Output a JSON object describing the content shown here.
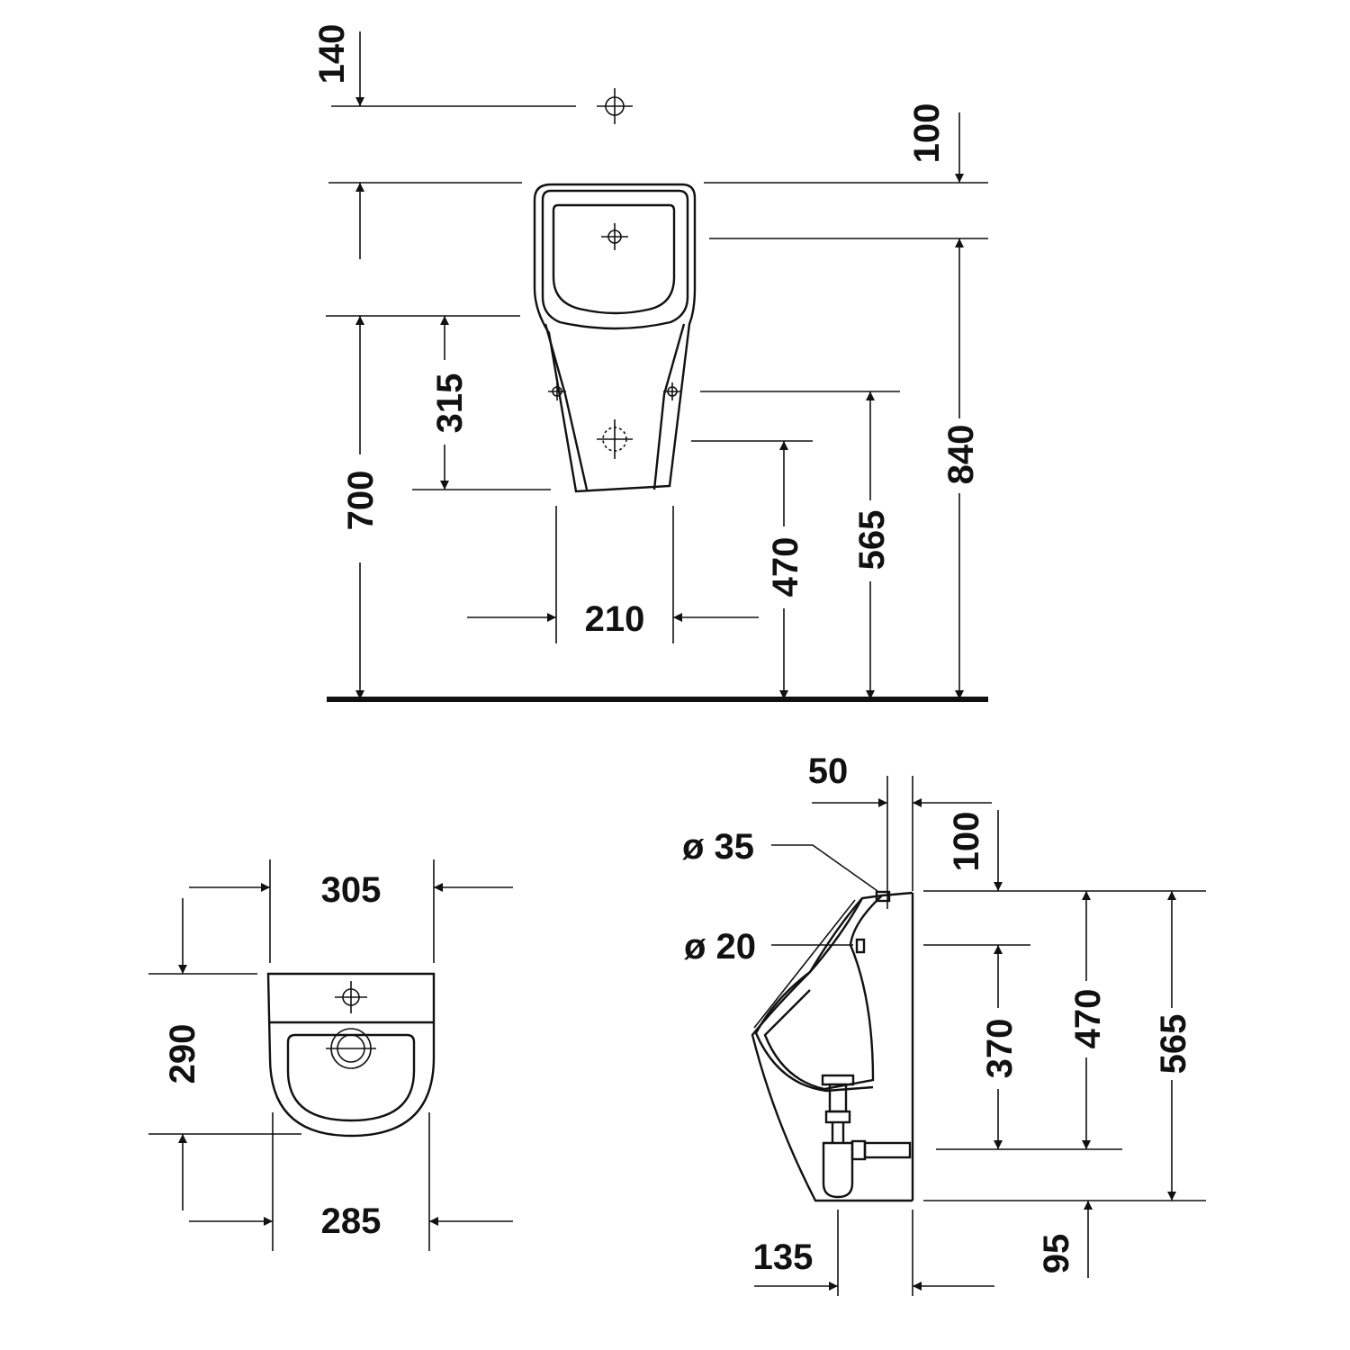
{
  "front_view": {
    "dims": {
      "d140": "140",
      "d100": "100",
      "d315": "315",
      "d700": "700",
      "d840": "840",
      "d565": "565",
      "d470": "470",
      "d210": "210"
    }
  },
  "top_view": {
    "dims": {
      "d305": "305",
      "d290": "290",
      "d285": "285"
    }
  },
  "side_view": {
    "dims": {
      "d50": "50",
      "d100": "100",
      "phi35": "ø 35",
      "phi20": "ø 20",
      "d370": "370",
      "d470": "470",
      "d565": "565",
      "d135": "135",
      "d95": "95"
    }
  }
}
